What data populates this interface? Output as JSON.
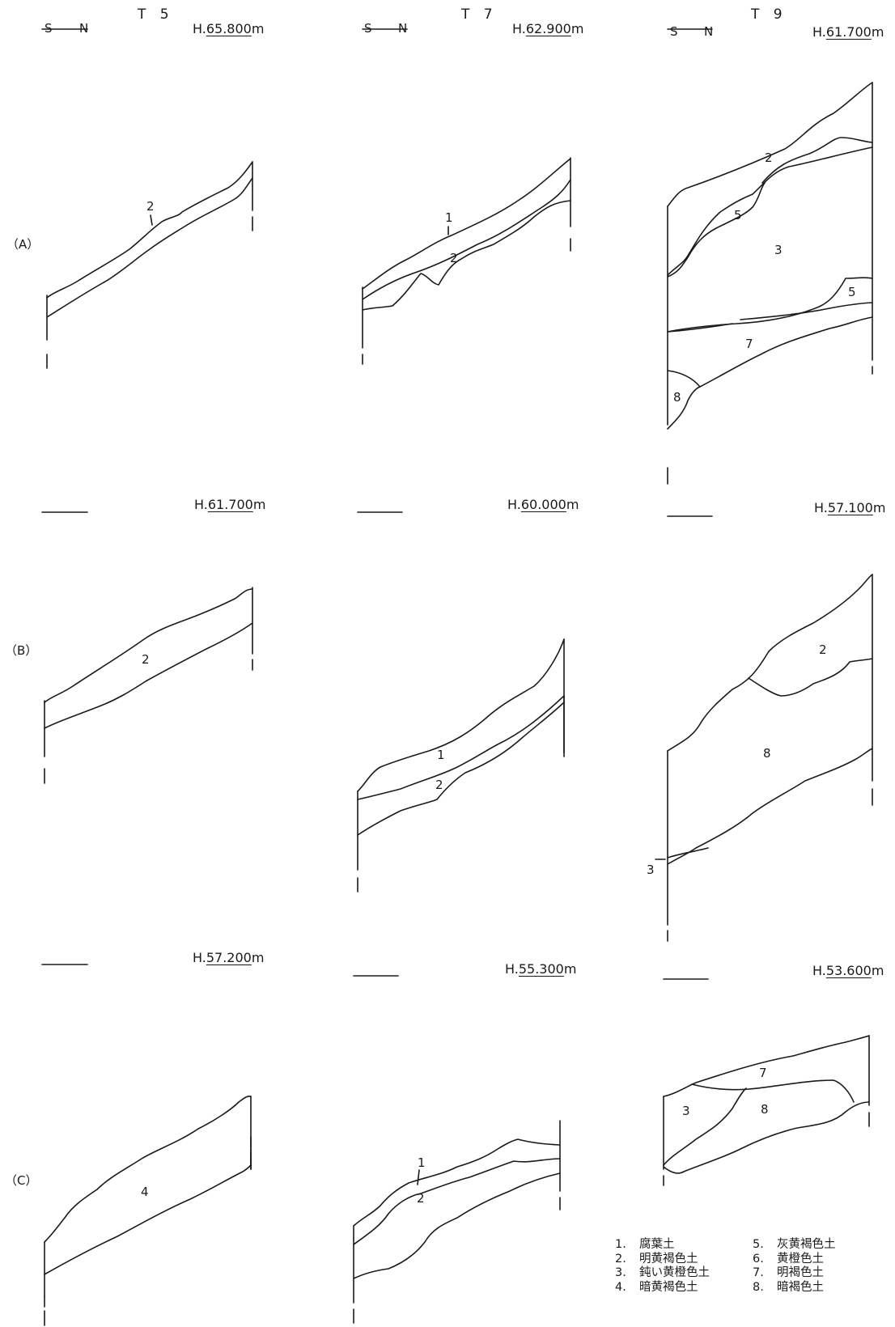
{
  "columns": [
    {
      "title": "T 5",
      "dir_s": "S",
      "dir_n": "N"
    },
    {
      "title": "T 7",
      "dir_s": "S",
      "dir_n": "N"
    },
    {
      "title": "T 9",
      "dir_s": "S",
      "dir_n": "N"
    }
  ],
  "rows": [
    {
      "label": "（A）",
      "elevations": [
        {
          "prefix": "H.",
          "value": "65.800",
          "unit": "m"
        },
        {
          "prefix": "H.",
          "value": "62.900",
          "unit": "m"
        },
        {
          "prefix": "H.",
          "value": "61.700",
          "unit": "m"
        }
      ]
    },
    {
      "label": "（B）",
      "elevations": [
        {
          "prefix": "H.",
          "value": "61.700",
          "unit": "m"
        },
        {
          "prefix": "H.",
          "value": "60.000",
          "unit": "m"
        },
        {
          "prefix": "H.",
          "value": "57.100",
          "unit": "m"
        }
      ]
    },
    {
      "label": "（C）",
      "elevations": [
        {
          "prefix": "H.",
          "value": "57.200",
          "unit": "m"
        },
        {
          "prefix": "H.",
          "value": "55.300",
          "unit": "m"
        },
        {
          "prefix": "H.",
          "value": "53.600",
          "unit": "m"
        }
      ]
    }
  ],
  "layer_labels": {
    "a5": [
      "2"
    ],
    "a7": [
      "1",
      "2"
    ],
    "a9": [
      "2",
      "5",
      "3",
      "5",
      "7",
      "8"
    ],
    "b5": [
      "2"
    ],
    "b7": [
      "1",
      "2"
    ],
    "b9": [
      "2",
      "8",
      "3"
    ],
    "c5": [
      "4"
    ],
    "c7": [
      "1",
      "2"
    ],
    "c9": [
      "7",
      "3",
      "8"
    ]
  },
  "legend": [
    {
      "num": "1.",
      "name": "腐葉土"
    },
    {
      "num": "2.",
      "name": "明黄褐色土"
    },
    {
      "num": "3.",
      "name": "鈍い黄橙色土"
    },
    {
      "num": "4.",
      "name": "暗黄褐色土"
    },
    {
      "num": "5.",
      "name": "灰黄褐色土"
    },
    {
      "num": "6.",
      "name": "黄橙色土"
    },
    {
      "num": "7.",
      "name": "明褐色土"
    },
    {
      "num": "8.",
      "name": "暗褐色土"
    }
  ]
}
